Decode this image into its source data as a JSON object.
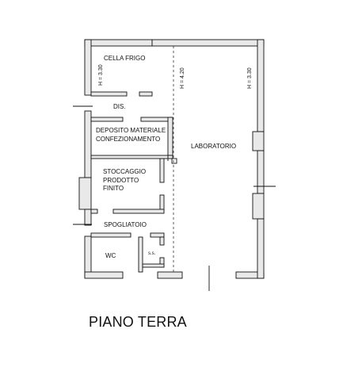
{
  "plan_title": "PIANO TERRA",
  "rooms": {
    "cella_frigo": "CELLA FRIGO",
    "dis": "DIS.",
    "deposito_1": "DEPOSITO MATERIALE",
    "deposito_2": "CONFEZIONAMENTO",
    "laboratorio": "LABORATORIO",
    "stoccaggio_1": "STOCCAGGIO",
    "stoccaggio_2": "PRODOTTO",
    "stoccaggio_3": "FINITO",
    "spogliatoio": "SPOGLIATOIO",
    "wc": "WC",
    "ss": "s.s."
  },
  "heights": {
    "cella_frigo": "H = 3.30",
    "middle": "H = 4.20",
    "laboratorio": "H = 3.30"
  }
}
